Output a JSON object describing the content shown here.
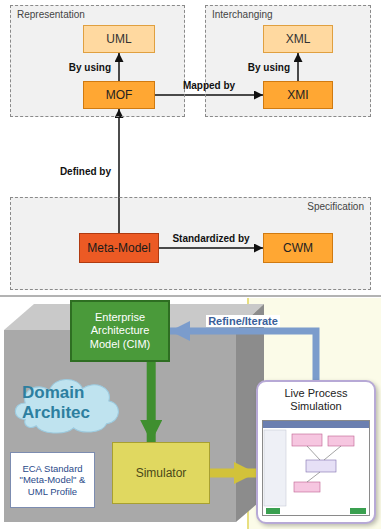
{
  "diagram": {
    "nodes": [
      {
        "text": [
          "Representation"
        ]
      },
      {
        "text": [
          "UML"
        ],
        "in": 0
      },
      {
        "text": [
          "MOF"
        ],
        "in": 0
      },
      {
        "text": [
          "Interchanging"
        ]
      },
      {
        "text": [
          "XML"
        ],
        "in": 3
      },
      {
        "text": [
          "XMI"
        ],
        "in": 3
      },
      {
        "text": [
          "Specification"
        ]
      },
      {
        "text": [
          "Meta-Model"
        ],
        "in": 6
      },
      {
        "text": [
          "CWM"
        ],
        "in": 6
      },
      {
        "text": [
          "Domain Architec"
        ]
      },
      {
        "text": [
          "Enterprise Architecture Model (CIM)"
        ]
      },
      {
        "text": [
          "ECA Standard \"Meta-Model\" & UML Profile"
        ]
      },
      {
        "text": [
          "Simulator"
        ]
      },
      {
        "text": [
          "Live Process Simulation"
        ]
      }
    ],
    "edges": [
      {
        "from": 2,
        "to": 1,
        "label": "By using",
        "arrow": "to"
      },
      {
        "from": 5,
        "to": 4,
        "label": "By using",
        "arrow": "to"
      },
      {
        "from": 2,
        "to": 5,
        "label": "Mapped by",
        "arrow": "to"
      },
      {
        "from": 7,
        "to": 2,
        "label": "Defined by",
        "arrow": "to"
      },
      {
        "from": 7,
        "to": 8,
        "label": "Standardized by",
        "arrow": "to"
      },
      {
        "from": 10,
        "to": 12,
        "arrow": "to"
      },
      {
        "from": 12,
        "to": 13,
        "arrow": "to"
      },
      {
        "from": 13,
        "to": 10,
        "label": "Refine/Iterate",
        "arrow": "to"
      }
    ]
  }
}
